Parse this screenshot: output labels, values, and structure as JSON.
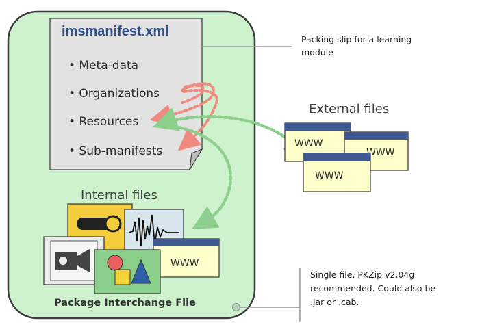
{
  "manifest": {
    "title": "imsmanifest.xml",
    "items": [
      "• Meta-data",
      "• Organizations",
      "• Resources",
      "• Sub-manifests"
    ]
  },
  "annotations": {
    "manifest_note": [
      "Packing slip for a learning",
      "module"
    ],
    "package_note": [
      "Single file. PKZip v2.04g",
      "recommended. Could also be",
      ".jar or .cab."
    ]
  },
  "labels": {
    "external_files": "External files",
    "internal_files": "Internal files",
    "package": "Package Interchange File"
  },
  "external_windows": [
    {
      "text": "WWW"
    },
    {
      "text": "WWW"
    },
    {
      "text": "WWW"
    }
  ],
  "internal_browser": {
    "text": "WWW"
  },
  "colors": {
    "package_fill": "#cdf2cd",
    "package_border": "#3c3c3c",
    "manifest_fill": "#e2e2e2",
    "manifest_title": "#2e4e8e",
    "window_body": "#ffffcc",
    "window_titlebar": "#3f5a92",
    "organizations_arrow": "#f08a80",
    "resources_arrow": "#8ccf8c",
    "callout_line": "#9a9a9a"
  }
}
